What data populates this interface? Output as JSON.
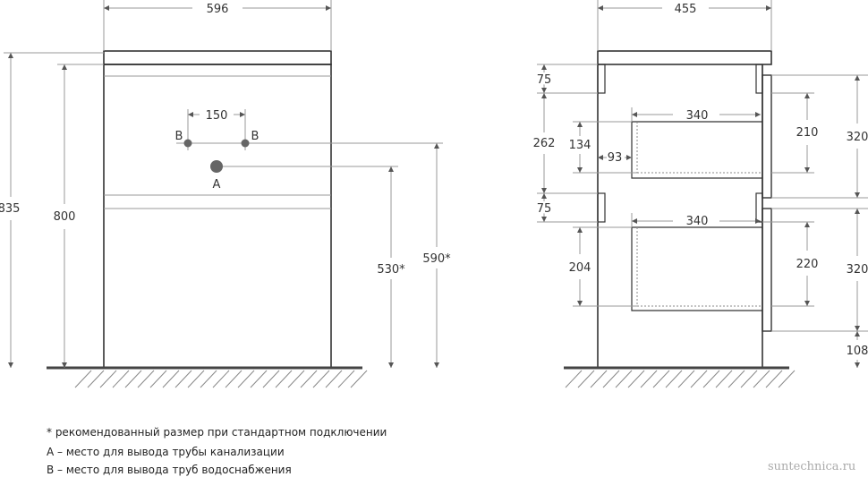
{
  "front_view": {
    "width": "596",
    "height_total": "835",
    "height_body": "800",
    "spacing_b": "150",
    "label_b_left": "B",
    "label_b_right": "B",
    "label_a": "A",
    "height_a": "530*",
    "height_b": "590*"
  },
  "side_view": {
    "depth": "455",
    "rail_top": "75",
    "gap_mid": "262",
    "rail_mid": "75",
    "drawer1_depth": "340",
    "drawer2_depth": "340",
    "drawer1_height": "134",
    "drawer_offset": "93",
    "drawer2_height": "204",
    "front1_inner": "210",
    "front2_inner": "220",
    "front1_height": "320",
    "front2_height": "320",
    "plinth": "108"
  },
  "notes": [
    "* рекомендованный размер при стандартном подключении",
    "A – место для вывода трубы канализации",
    "B – место для вывода труб водоснабжения"
  ],
  "watermark": "suntechnica.ru"
}
